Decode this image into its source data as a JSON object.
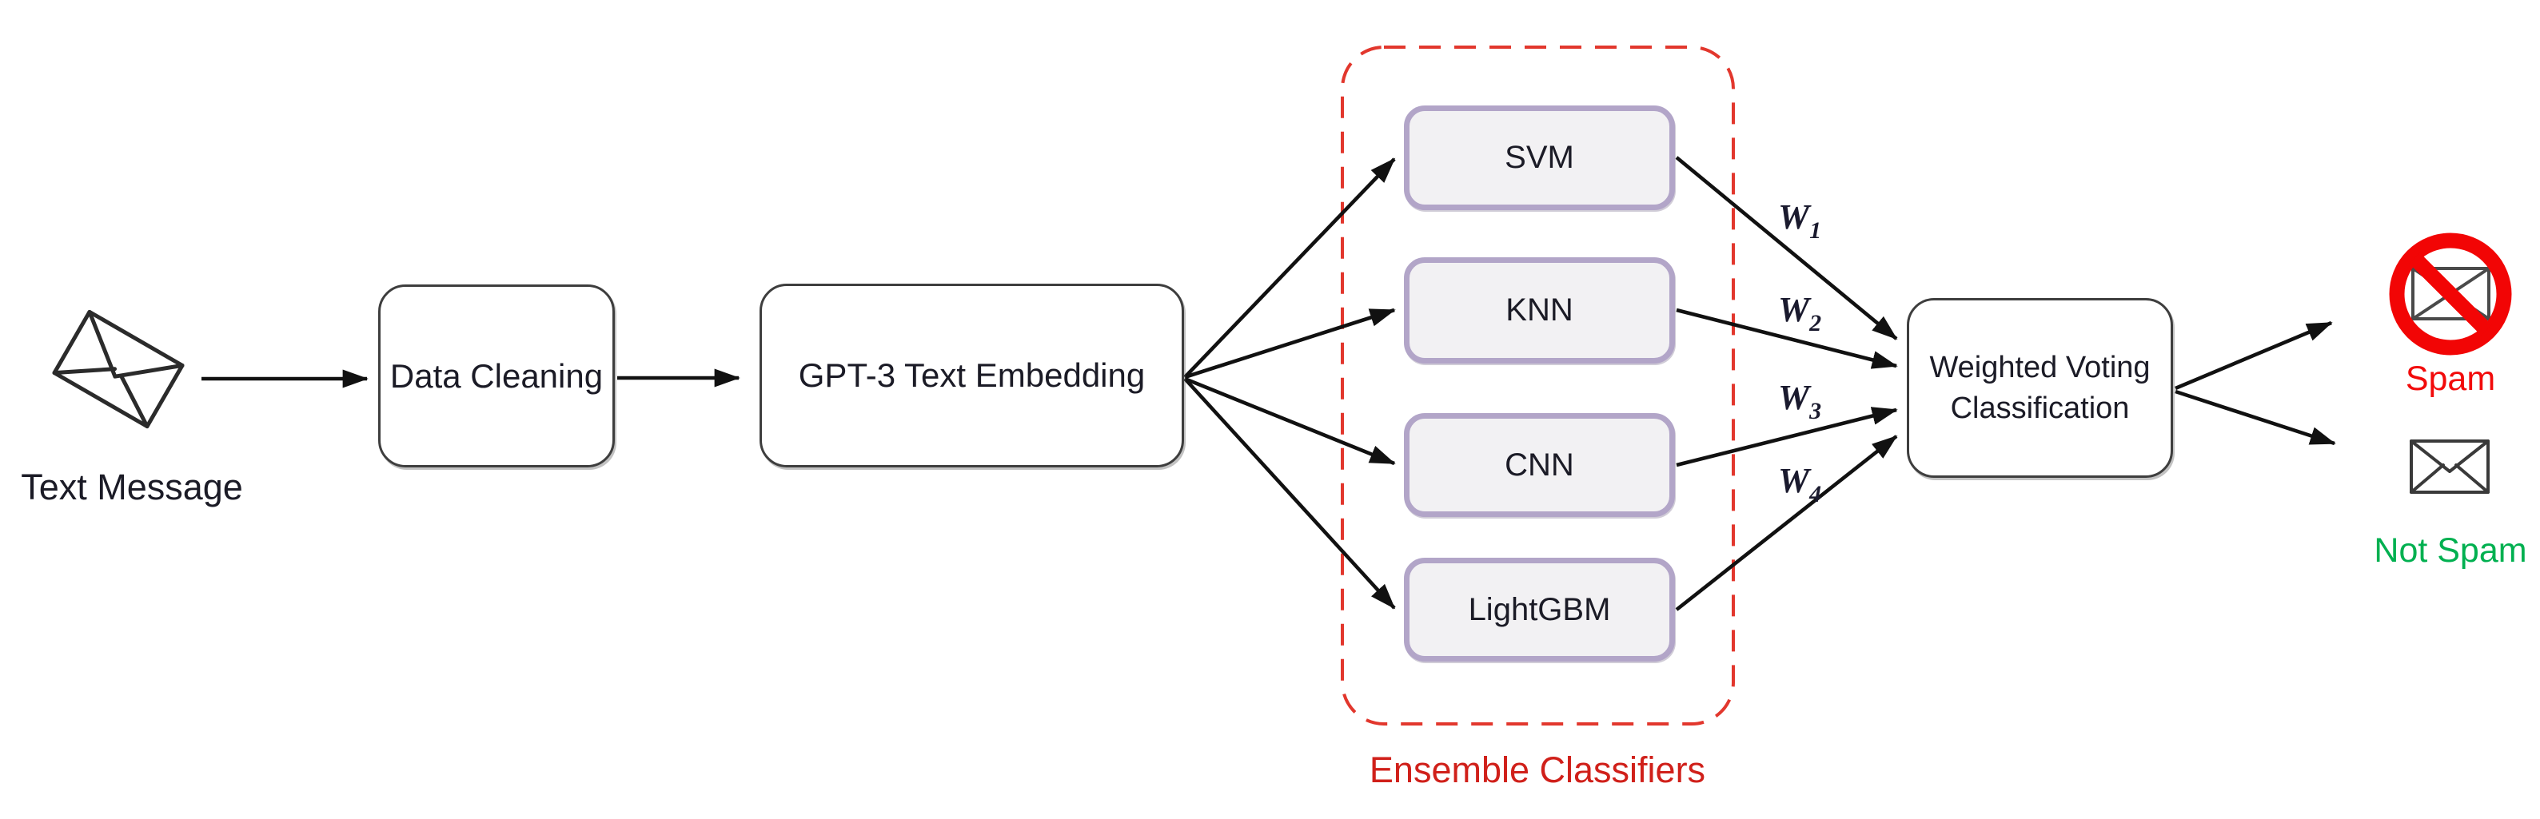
{
  "diagram": {
    "description": "Spam detection pipeline flow diagram",
    "background": "#ffffff"
  },
  "nodes": {
    "text_message": {
      "label": "Text Message",
      "icon": "envelope-tilted-icon"
    },
    "data_cleaning": {
      "label": "Data Cleaning"
    },
    "gpt3_embedding": {
      "label": "GPT-3 Text Embedding"
    },
    "ensemble_group": {
      "label": "Ensemble Classifiers"
    },
    "classifiers": [
      {
        "label": "SVM"
      },
      {
        "label": "KNN"
      },
      {
        "label": "CNN"
      },
      {
        "label": "LightGBM"
      }
    ],
    "weighted_voting": {
      "line1": "Weighted Voting",
      "line2": "Classification"
    },
    "outputs": {
      "spam": {
        "label": "Spam",
        "icon": "no-entry-envelope-icon"
      },
      "not_spam": {
        "label": "Not Spam",
        "icon": "envelope-icon"
      }
    }
  },
  "weights": [
    {
      "base": "W",
      "sub": "1"
    },
    {
      "base": "W",
      "sub": "2"
    },
    {
      "base": "W",
      "sub": "3"
    },
    {
      "base": "W",
      "sub": "4"
    }
  ],
  "colors": {
    "arrow": "#111111",
    "box_border": "#3e3e3e",
    "classifier_border": "#b2a5c8",
    "classifier_fill": "#f2f1f3",
    "ensemble_dash": "#e2372d",
    "ensemble_text": "#d0201a",
    "spam_red": "#f20505",
    "not_spam_green": "#00b050"
  }
}
